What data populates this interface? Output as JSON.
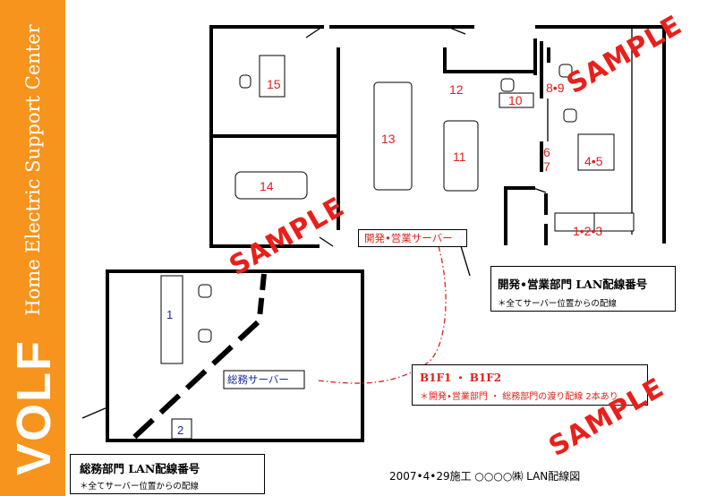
{
  "sidebar": {
    "title": "Home Electric Support Center",
    "logo": "VOLF",
    "background": "#f7941d"
  },
  "rooms": {
    "r15": "15",
    "r13": "13",
    "r11": "11",
    "r12": "12",
    "r10": "10",
    "r89": "8•9",
    "r67_a": "6",
    "r67_b": "7",
    "r45": "4•5",
    "r14": "14",
    "r123": "1•2•3",
    "r1": "1",
    "r2": "2"
  },
  "servers": {
    "dev_sales": "開発•営業サーバー",
    "general_affairs": "総務サーバー"
  },
  "legend_dev": {
    "title": "開発•営業部門  LAN配線番号",
    "note": "＊全てサーバー位置からの配線"
  },
  "legend_bridge": {
    "title": "B1F1  ・  B1F2",
    "note": "＊開発•営業部門 ・ 総務部門の渡り配線 2本あり"
  },
  "legend_general": {
    "title": "総務部門  LAN配線番号",
    "note": "＊全てサーバー位置からの配線"
  },
  "footer": "2007•4•29施工    ○○○○㈱    LAN配線図",
  "watermark": "SAMPLE",
  "colors": {
    "accent_red": "#e0201b",
    "label_blue": "#1a2a9e"
  }
}
